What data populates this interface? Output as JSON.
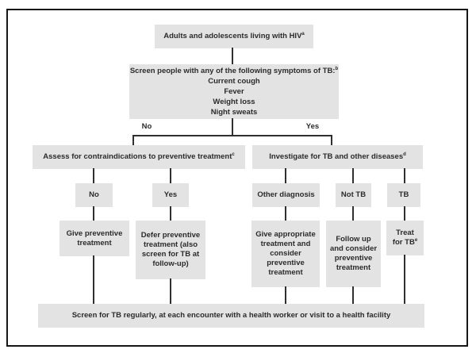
{
  "colors": {
    "box_fill": "#e3e3e3",
    "line": "#2f2f2f",
    "text": "#2b2b2b",
    "frame_border": "#161616",
    "background": "#ffffff"
  },
  "flowchart": {
    "title_box": {
      "label": "Adults and adolescents living with HIV",
      "note": "a"
    },
    "symptom_box": {
      "header": "Screen people with any of the following symptoms of TB:",
      "note": "b",
      "symptoms": [
        "Current cough",
        "Fever",
        "Weight loss",
        "Night sweats"
      ]
    },
    "branch_labels": {
      "no": "No",
      "yes": "Yes"
    },
    "assess_box": {
      "label": "Assess for contraindications to preventive treatment",
      "note": "c"
    },
    "investigate_box": {
      "label": "Investigate for TB and other diseases",
      "note": "d"
    },
    "decision_boxes": {
      "no": "No",
      "yes": "Yes",
      "other_diagnosis": "Other diagnosis",
      "not_tb": "Not TB",
      "tb": "TB"
    },
    "action_boxes": {
      "give_preventive": "Give preventive treatment",
      "defer_preventive": "Defer preventive treatment (also screen for TB at follow-up)",
      "give_appropriate": "Give appropriate treatment and consider preventive treatment",
      "follow_up": "Follow up and consider preventive treatment",
      "treat_tb": {
        "label": "Treat for TB",
        "note": "e"
      }
    },
    "footer_box": "Screen for TB regularly, at each encounter with a health worker or visit to a health facility"
  }
}
